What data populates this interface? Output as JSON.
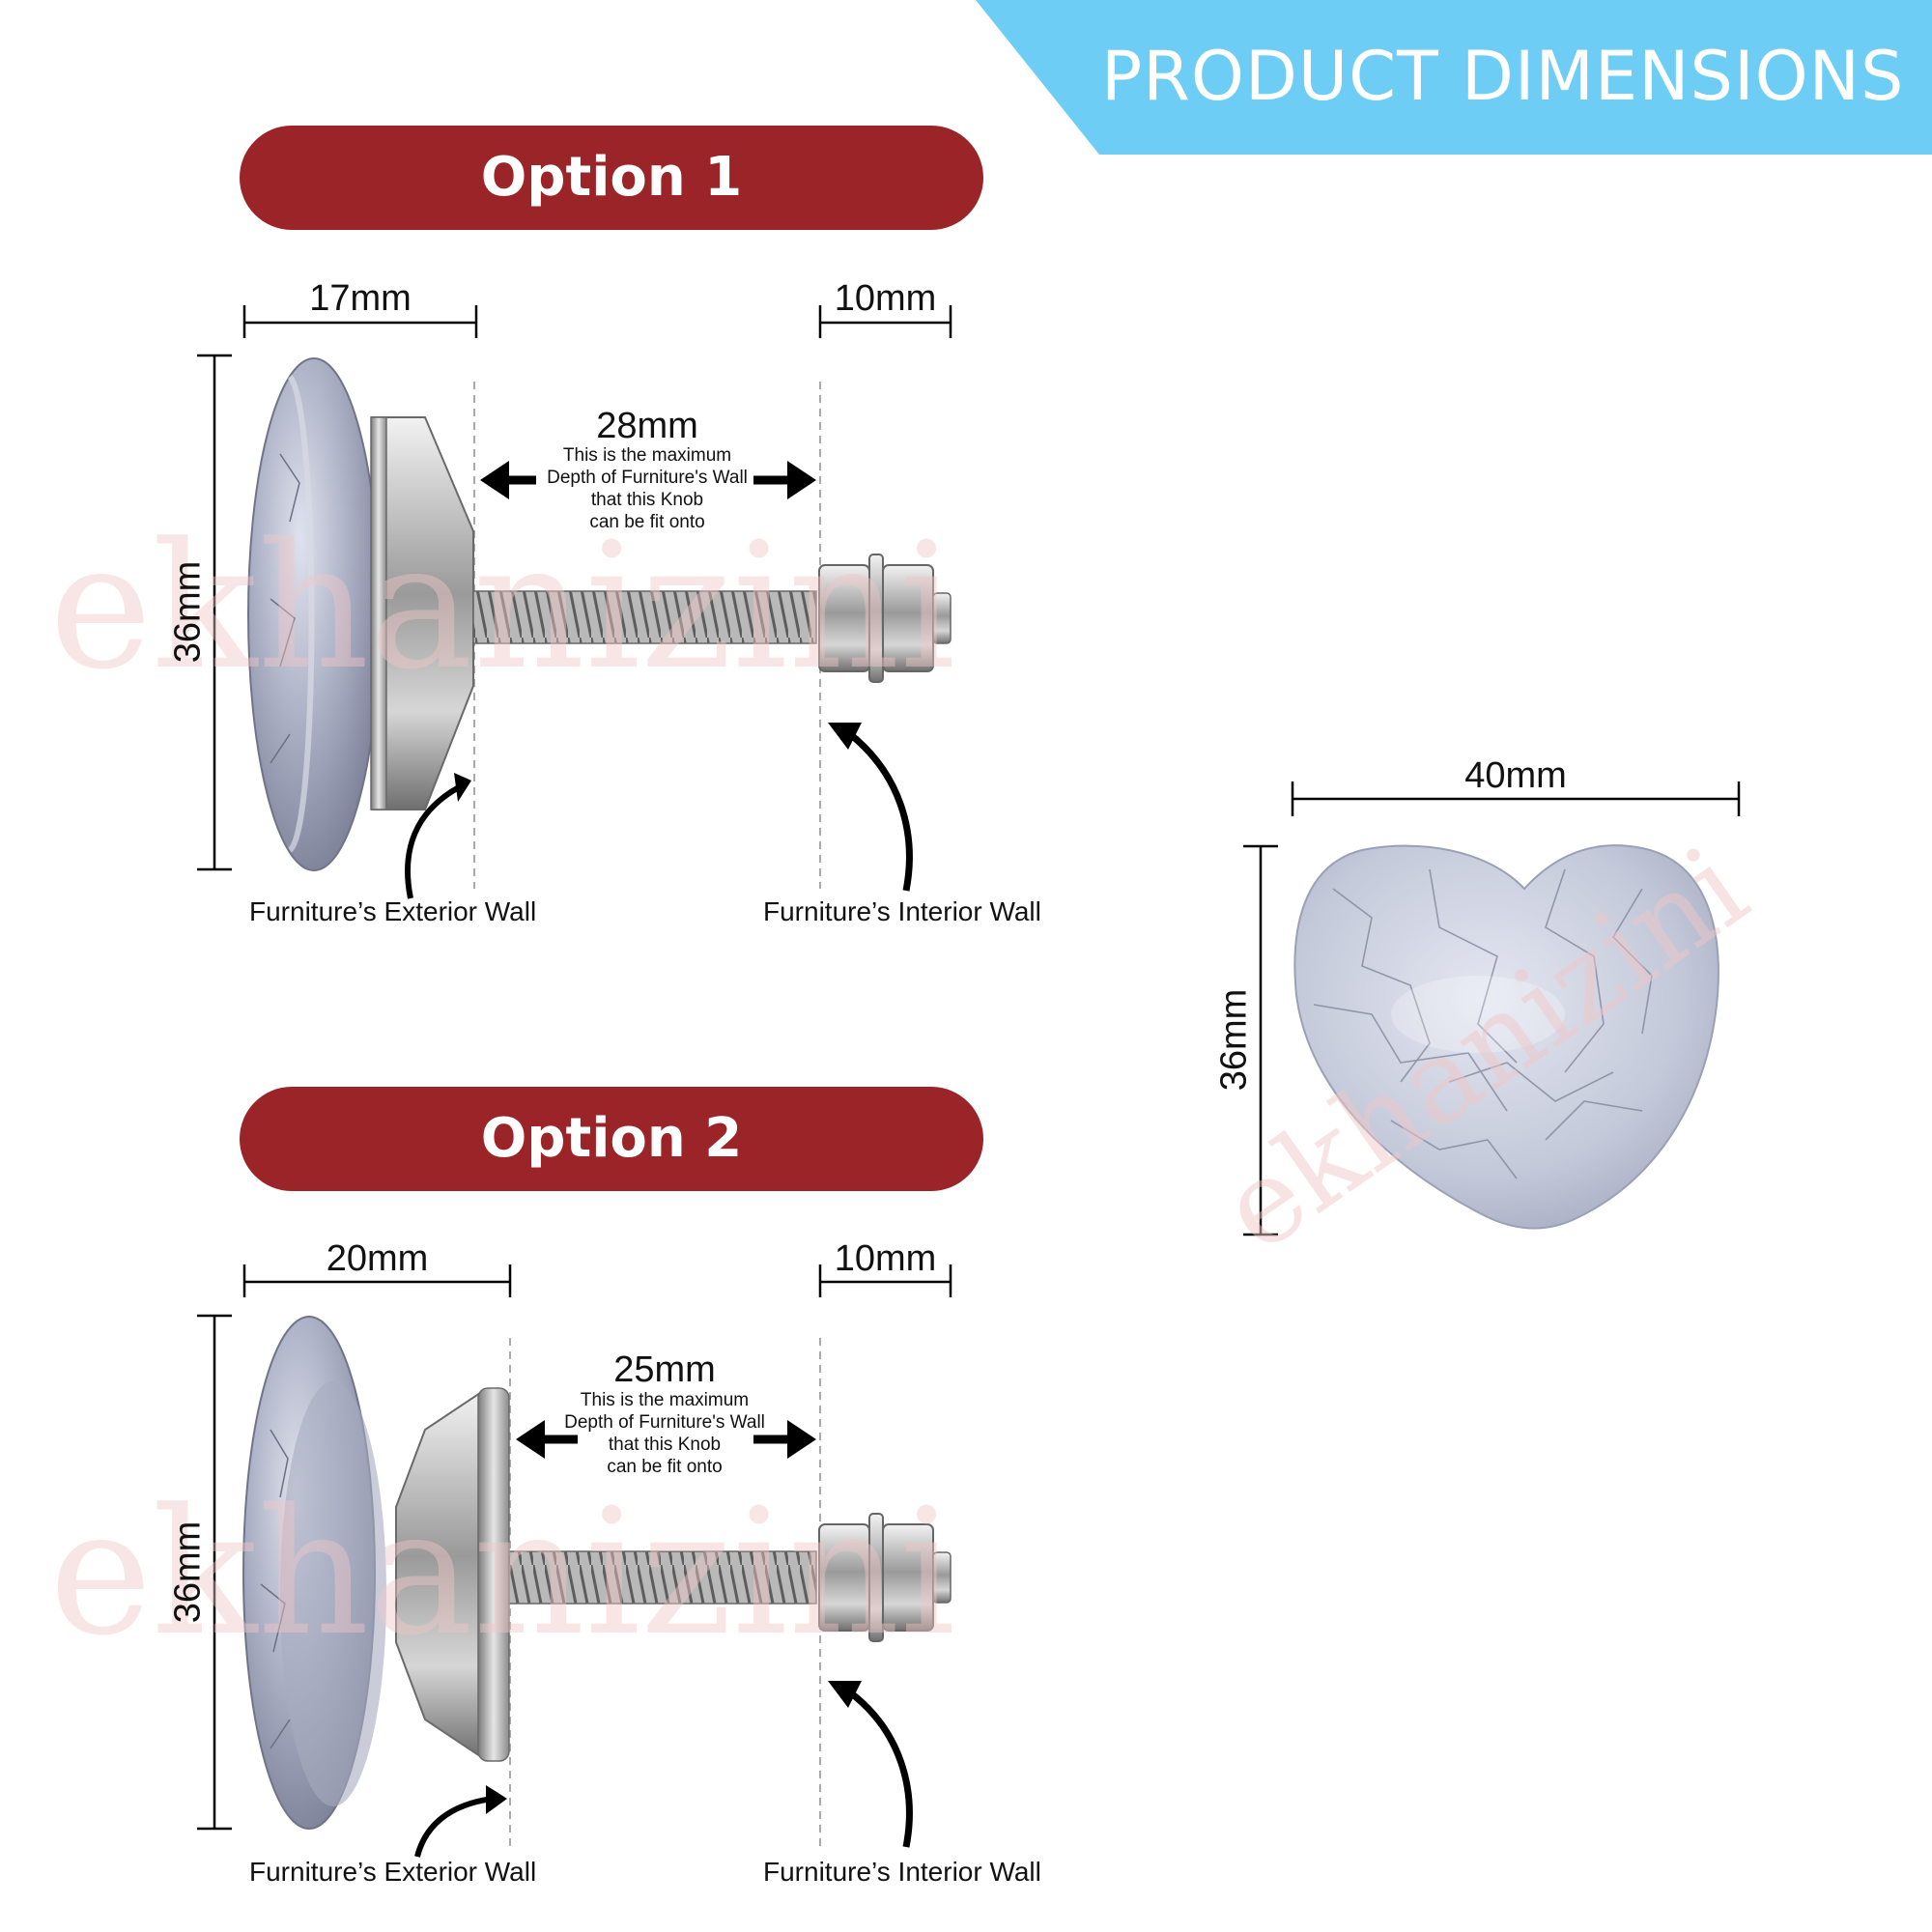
{
  "header": {
    "title": "PRODUCT DIMENSIONS",
    "banner_color": "#6ecdf4"
  },
  "accent_color": "#9b2428",
  "options": [
    {
      "label": "Option 1",
      "knob_depth": "17mm",
      "nut_length": "10mm",
      "height": "36mm",
      "max_depth": "28mm",
      "max_depth_note": [
        "This is the maximum",
        "Depth of Furniture's Wall",
        "that this Knob",
        "can be fit onto"
      ],
      "exterior_label": "Furniture’s Exterior Wall",
      "interior_label": "Furniture’s Interior Wall"
    },
    {
      "label": "Option 2",
      "knob_depth": "20mm",
      "nut_length": "10mm",
      "height": "36mm",
      "max_depth": "25mm",
      "max_depth_note": [
        "This is the maximum",
        "Depth of Furniture's Wall",
        "that this Knob",
        "can be fit onto"
      ],
      "exterior_label": "Furniture’s Exterior Wall",
      "interior_label": "Furniture’s Interior Wall"
    }
  ],
  "front_view": {
    "width": "40mm",
    "height": "36mm"
  },
  "watermark": {
    "text": "ekhanizini",
    "color": "#f0c8c8"
  }
}
